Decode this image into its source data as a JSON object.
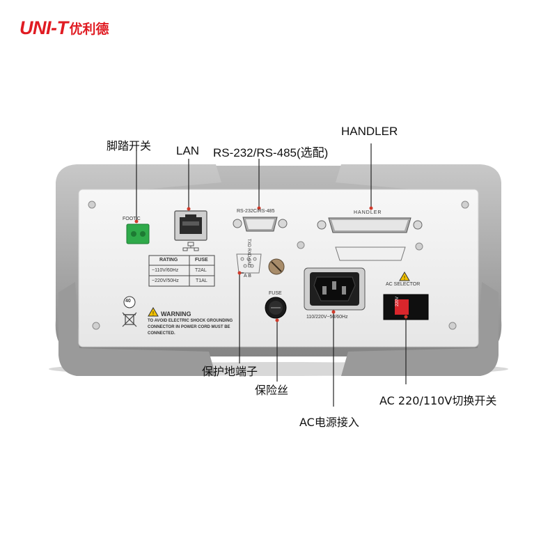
{
  "brand": {
    "name": "UNI-T",
    "name_cn": "优利德"
  },
  "callouts": {
    "foot_switch": "脚踏开关",
    "lan": "LAN",
    "serial": "RS-232/RS-485(选配)",
    "handler": "HANDLER",
    "ground": "保护地端子",
    "fuse": "保险丝",
    "ac_input": "AC电源接入",
    "ac_switch": "AC 220/110V切换开关"
  },
  "panel": {
    "foot_label": "FOOT.C",
    "serial_label": "RS-232C/RS-485",
    "handler_label": "HANDLER",
    "pins_label": "TXD RXD GND",
    "ab_label": "A  B",
    "fuse_label": "FUSE",
    "ac_rating": "110/220V~50/60Hz",
    "ac_selector_label": "AC SELECTOR",
    "selector_text": "220V",
    "badge": "40",
    "warning": {
      "title": "WARNING",
      "line1": "TO AVOID ELECTRIC SHOCK GROUNDING",
      "line2": "CONNECTOR IN POWER CORD MUST BE",
      "line3": "CONNECTED."
    },
    "fuse_table": {
      "headers": [
        "RATING",
        "FUSE"
      ],
      "rows": [
        [
          "~110V/60Hz",
          "T2AL"
        ],
        [
          "~220V/50Hz",
          "T1AL"
        ]
      ]
    }
  },
  "colors": {
    "brand_red": "#e01b22",
    "panel": "#f0f0f0",
    "frame": "#9a9a9a",
    "terminal_green": "#2faa4a",
    "switch_red": "#d9262c"
  }
}
